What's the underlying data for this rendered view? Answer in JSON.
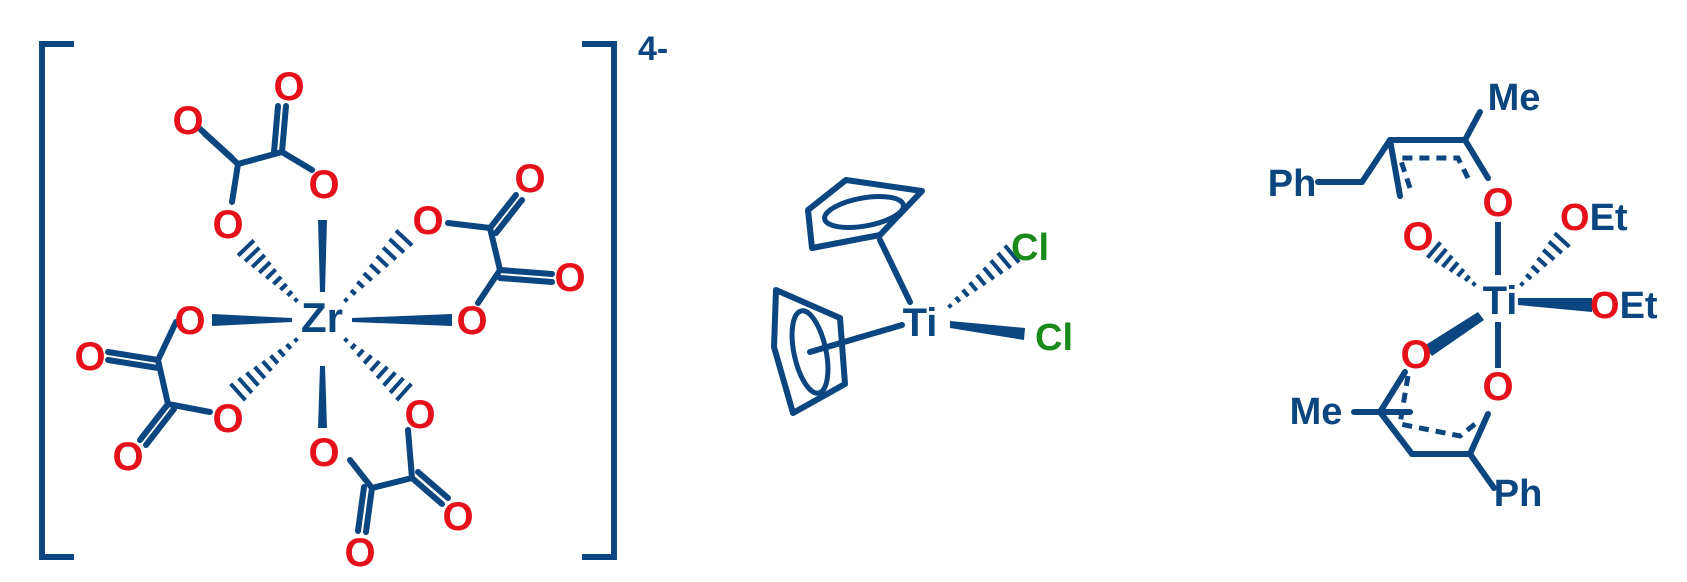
{
  "colors": {
    "bond": "#0b4680",
    "oxygen": "#e5101a",
    "chlorine": "#1a8a1a",
    "background": "#ffffff"
  },
  "structures": [
    {
      "id": "zirconium-tetraoxalate",
      "charge": "4-",
      "center": "Zr",
      "oxygen": "O"
    },
    {
      "id": "titanocene-dichloride",
      "center": "Ti",
      "halide": "Cl"
    },
    {
      "id": "titanium-diethoxide-bis-benzoylacetonate",
      "center": "Ti",
      "oxygen": "O",
      "ethoxide": "OEt",
      "methyl": "Me",
      "phenyl": "Ph"
    }
  ]
}
